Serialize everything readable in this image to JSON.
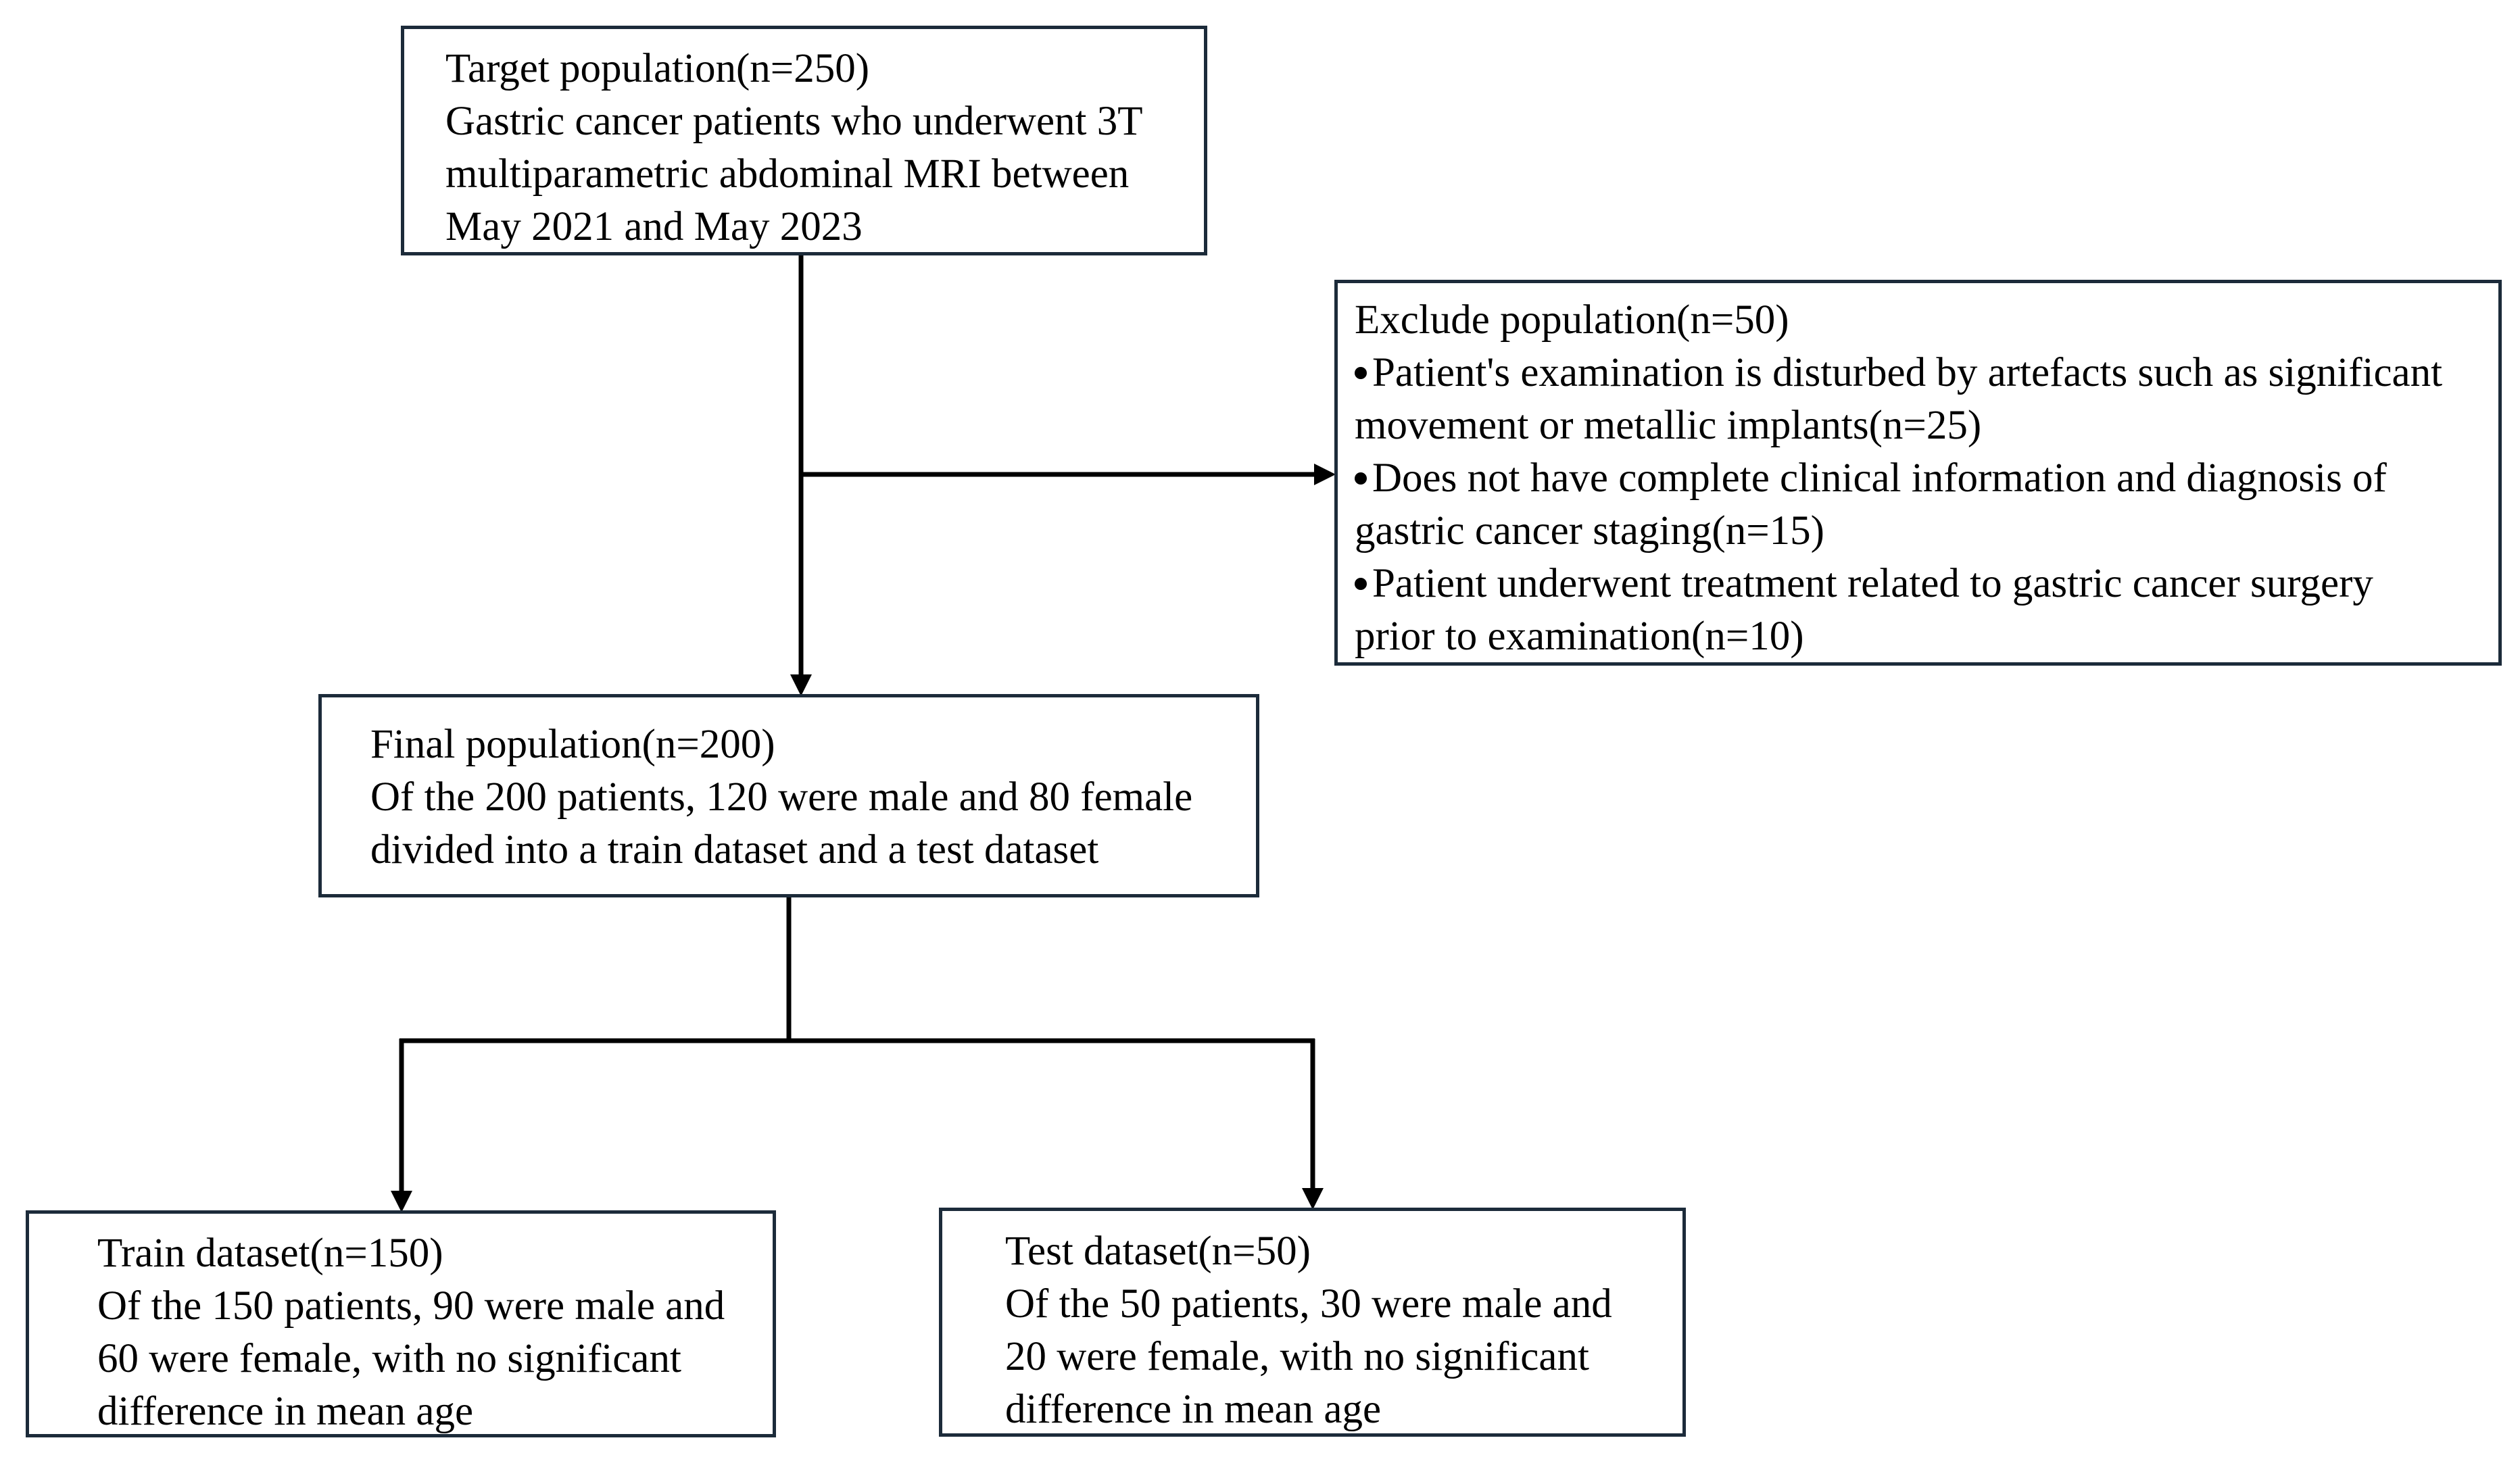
{
  "target_box": {
    "title": "Target population(n=250)",
    "lines": [
      "Gastric cancer patients who underwent 3T",
      "multiparametric abdominal MRI between",
      "May 2021 and May 2023"
    ]
  },
  "exclude_box": {
    "title": "Exclude population(n=50)",
    "items": [
      {
        "line1": "Patient's examination is disturbed by artefacts such as significant",
        "line2": "movement or metallic implants(n=25)"
      },
      {
        "line1": "Does not have complete clinical information and diagnosis of",
        "line2": "gastric cancer staging(n=15)"
      },
      {
        "line1": "Patient underwent treatment related to gastric cancer surgery",
        "line2": "prior to examination(n=10)"
      }
    ]
  },
  "final_box": {
    "title": "Final population(n=200)",
    "lines": [
      "Of the 200 patients, 120 were male and 80 female",
      "divided into a train dataset and a test dataset"
    ]
  },
  "train_box": {
    "title": "Train dataset(n=150)",
    "lines": [
      "Of the 150 patients, 90 were male and",
      "60 were female, with no significant",
      "difference in mean age"
    ]
  },
  "test_box": {
    "title": "Test dataset(n=50)",
    "lines": [
      "Of the 50 patients, 30 were male and",
      "20 were female, with no significant",
      "difference in mean age"
    ]
  },
  "colors": {
    "border": "#1c2b3a",
    "connector": "#000000",
    "text": "#000000"
  }
}
